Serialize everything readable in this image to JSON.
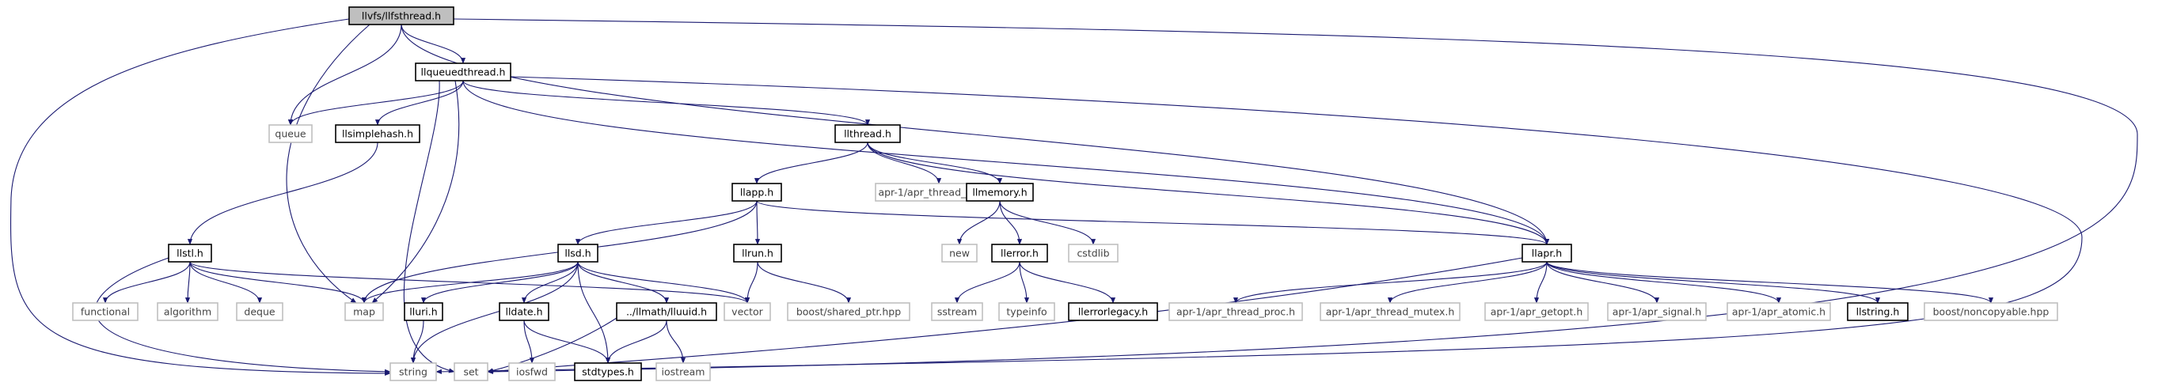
{
  "graph": {
    "colors": {
      "edge": "#191970",
      "root_fill": "#bfbfbf",
      "local_border": "#000000",
      "system_border": "#bfbfbf"
    },
    "nodes": [
      {
        "id": "llfsthread",
        "label": "llvfs/llfsthread.h",
        "kind": "root"
      },
      {
        "id": "llqueuedthread",
        "label": "llqueuedthread.h",
        "kind": "local"
      },
      {
        "id": "queue",
        "label": "queue",
        "kind": "system"
      },
      {
        "id": "llsimplehash",
        "label": "llsimplehash.h",
        "kind": "local"
      },
      {
        "id": "llthread",
        "label": "llthread.h",
        "kind": "local"
      },
      {
        "id": "llapp",
        "label": "llapp.h",
        "kind": "local"
      },
      {
        "id": "apr_thread_cond",
        "label": "apr-1/apr_thread_cond.h",
        "kind": "system"
      },
      {
        "id": "llmemory",
        "label": "llmemory.h",
        "kind": "local"
      },
      {
        "id": "llstl",
        "label": "llstl.h",
        "kind": "local"
      },
      {
        "id": "llsd",
        "label": "llsd.h",
        "kind": "local"
      },
      {
        "id": "llrun",
        "label": "llrun.h",
        "kind": "local"
      },
      {
        "id": "new",
        "label": "new",
        "kind": "system"
      },
      {
        "id": "llerror",
        "label": "llerror.h",
        "kind": "local"
      },
      {
        "id": "cstdlib",
        "label": "cstdlib",
        "kind": "system"
      },
      {
        "id": "llapr",
        "label": "llapr.h",
        "kind": "local"
      },
      {
        "id": "functional",
        "label": "functional",
        "kind": "system"
      },
      {
        "id": "algorithm",
        "label": "algorithm",
        "kind": "system"
      },
      {
        "id": "deque",
        "label": "deque",
        "kind": "system"
      },
      {
        "id": "map",
        "label": "map",
        "kind": "system"
      },
      {
        "id": "lluri",
        "label": "lluri.h",
        "kind": "local"
      },
      {
        "id": "lldate",
        "label": "lldate.h",
        "kind": "local"
      },
      {
        "id": "lluuid",
        "label": "../llmath/lluuid.h",
        "kind": "local"
      },
      {
        "id": "vector",
        "label": "vector",
        "kind": "system"
      },
      {
        "id": "shared_ptr",
        "label": "boost/shared_ptr.hpp",
        "kind": "system"
      },
      {
        "id": "sstream",
        "label": "sstream",
        "kind": "system"
      },
      {
        "id": "typeinfo",
        "label": "typeinfo",
        "kind": "system"
      },
      {
        "id": "llerrorlegacy",
        "label": "llerrorlegacy.h",
        "kind": "local"
      },
      {
        "id": "apr_thread_proc",
        "label": "apr-1/apr_thread_proc.h",
        "kind": "system"
      },
      {
        "id": "apr_thread_mutex",
        "label": "apr-1/apr_thread_mutex.h",
        "kind": "system"
      },
      {
        "id": "apr_getopt",
        "label": "apr-1/apr_getopt.h",
        "kind": "system"
      },
      {
        "id": "apr_signal",
        "label": "apr-1/apr_signal.h",
        "kind": "system"
      },
      {
        "id": "apr_atomic",
        "label": "apr-1/apr_atomic.h",
        "kind": "system"
      },
      {
        "id": "llstring",
        "label": "llstring.h",
        "kind": "local"
      },
      {
        "id": "noncopyable",
        "label": "boost/noncopyable.hpp",
        "kind": "system"
      },
      {
        "id": "string",
        "label": "string",
        "kind": "system"
      },
      {
        "id": "set",
        "label": "set",
        "kind": "system"
      },
      {
        "id": "iosfwd",
        "label": "iosfwd",
        "kind": "system"
      },
      {
        "id": "stdtypes",
        "label": "stdtypes.h",
        "kind": "local"
      },
      {
        "id": "iostream",
        "label": "iostream",
        "kind": "system"
      }
    ],
    "edges": [
      [
        "llfsthread",
        "llqueuedthread"
      ],
      [
        "llfsthread",
        "queue"
      ],
      [
        "llfsthread",
        "map"
      ],
      [
        "llfsthread",
        "llapr"
      ],
      [
        "llfsthread",
        "string"
      ],
      [
        "llfsthread",
        "set"
      ],
      [
        "llqueuedthread",
        "queue"
      ],
      [
        "llqueuedthread",
        "llsimplehash"
      ],
      [
        "llqueuedthread",
        "llthread"
      ],
      [
        "llqueuedthread",
        "map"
      ],
      [
        "llqueuedthread",
        "set"
      ],
      [
        "llqueuedthread",
        "llapr"
      ],
      [
        "llqueuedthread",
        "string"
      ],
      [
        "llsimplehash",
        "llstl"
      ],
      [
        "llthread",
        "llapp"
      ],
      [
        "llthread",
        "apr_thread_cond"
      ],
      [
        "llthread",
        "llmemory"
      ],
      [
        "llthread",
        "llapr"
      ],
      [
        "llapp",
        "llsd"
      ],
      [
        "llapp",
        "llrun"
      ],
      [
        "llapp",
        "map"
      ],
      [
        "llapp",
        "llapr"
      ],
      [
        "llmemory",
        "new"
      ],
      [
        "llmemory",
        "llerror"
      ],
      [
        "llmemory",
        "cstdlib"
      ],
      [
        "llstl",
        "functional"
      ],
      [
        "llstl",
        "algorithm"
      ],
      [
        "llstl",
        "deque"
      ],
      [
        "llstl",
        "map"
      ],
      [
        "llstl",
        "vector"
      ],
      [
        "llstl",
        "string"
      ],
      [
        "llsd",
        "map"
      ],
      [
        "llsd",
        "lluri"
      ],
      [
        "llsd",
        "lldate"
      ],
      [
        "llsd",
        "lluuid"
      ],
      [
        "llsd",
        "vector"
      ],
      [
        "llsd",
        "string"
      ],
      [
        "llsd",
        "stdtypes"
      ],
      [
        "llrun",
        "vector"
      ],
      [
        "llrun",
        "shared_ptr"
      ],
      [
        "llerror",
        "sstream"
      ],
      [
        "llerror",
        "typeinfo"
      ],
      [
        "llerror",
        "llerrorlegacy"
      ],
      [
        "llapr",
        "apr_thread_proc"
      ],
      [
        "llapr",
        "apr_thread_mutex"
      ],
      [
        "llapr",
        "apr_getopt"
      ],
      [
        "llapr",
        "apr_signal"
      ],
      [
        "llapr",
        "apr_atomic"
      ],
      [
        "llapr",
        "llstring"
      ],
      [
        "llapr",
        "noncopyable"
      ],
      [
        "llapr",
        "set"
      ],
      [
        "lluri",
        "string"
      ],
      [
        "lldate",
        "iosfwd"
      ],
      [
        "lldate",
        "stdtypes"
      ],
      [
        "lluuid",
        "stdtypes"
      ],
      [
        "lluuid",
        "iostream"
      ],
      [
        "lluuid",
        "set"
      ]
    ]
  }
}
